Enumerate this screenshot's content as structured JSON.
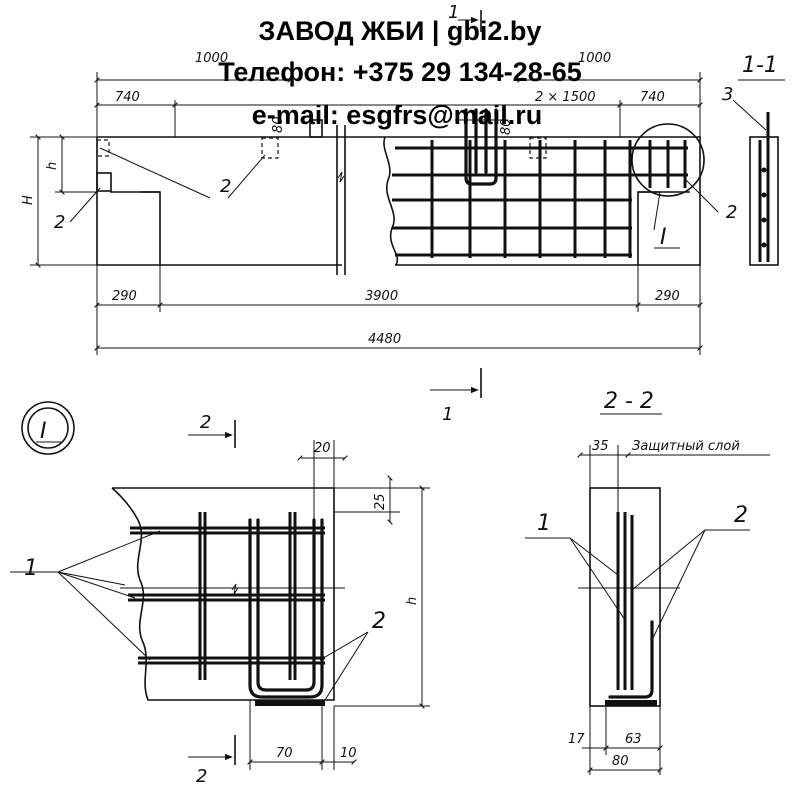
{
  "watermark": {
    "line1": "ЗАВОД ЖБИ | gbi2.by",
    "line2": "Телефон: +375 29 134-28-65",
    "line3": "e-mail: esgfrs@mail.ru"
  },
  "elevation": {
    "dims": {
      "d1000_left": "1000",
      "d740_left": "740",
      "d2x1500": "2 × 1500",
      "d1000_right": "1000",
      "d740_right": "740",
      "d80_a": "80",
      "d80_b": "80",
      "d290_left": "290",
      "d3900": "3900",
      "d290_right": "290",
      "d4480": "4480",
      "H": "H",
      "h": "h"
    },
    "callouts": {
      "c2_left": "2",
      "c2_mid": "2",
      "c2_right": "2",
      "detail_ref": "I",
      "cut_top": "1",
      "cut_bottom": "1"
    }
  },
  "section11": {
    "title": "1-1",
    "callout": "3"
  },
  "detailI": {
    "title": "I",
    "cut_top": "2",
    "cut_bottom": "2",
    "callout1": "1",
    "callout2": "2",
    "dims": {
      "d20": "20",
      "d25": "25",
      "h": "h",
      "d70": "70",
      "d10": "10"
    }
  },
  "section22": {
    "title": "2 - 2",
    "cover_dim": "35",
    "cover_label": "Защитный слой",
    "callout1": "1",
    "callout2": "2",
    "dims": {
      "d17": "17",
      "d63": "63",
      "d80": "80"
    }
  }
}
